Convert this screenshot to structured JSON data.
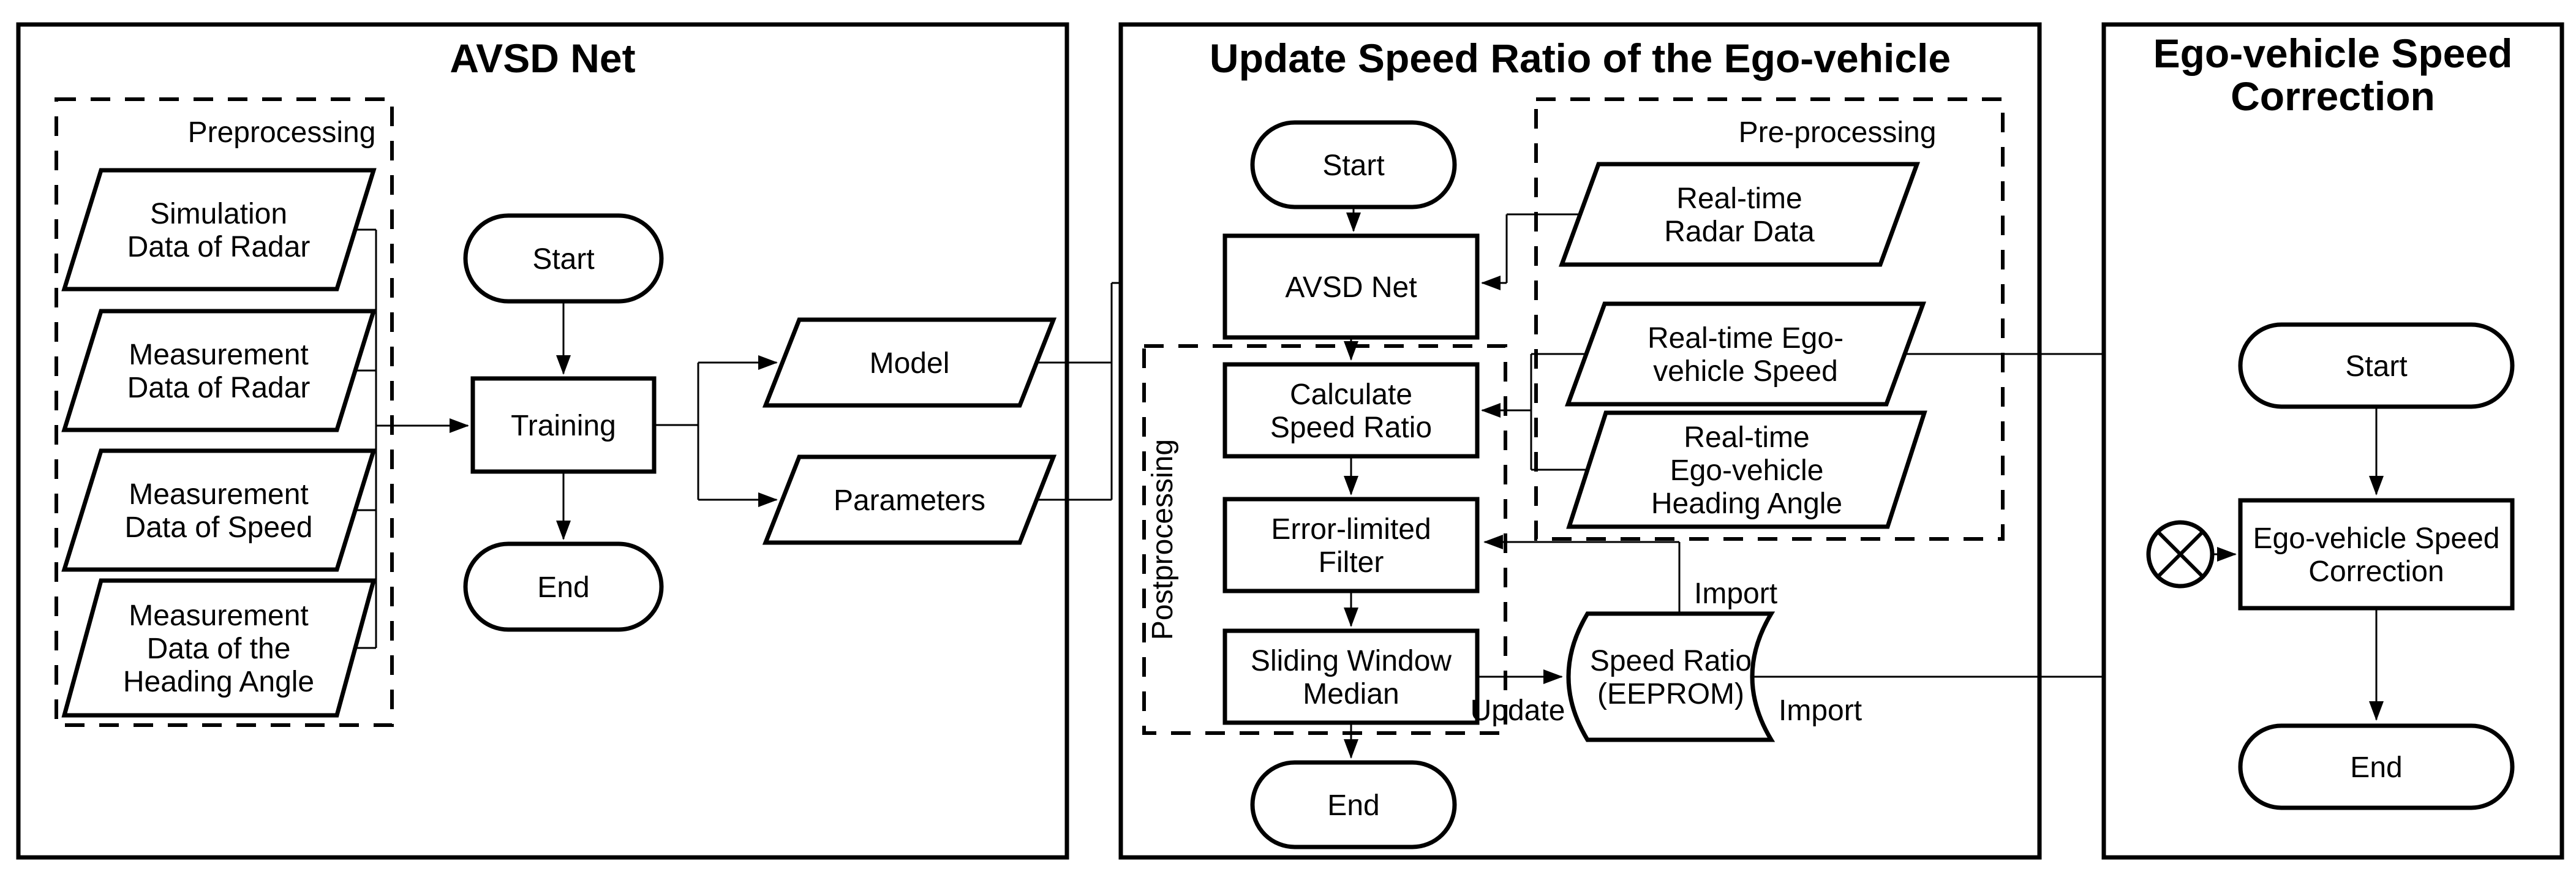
{
  "diagram": {
    "left": {
      "title": "AVSD Net",
      "group_label": "Preprocessing",
      "inputs": [
        {
          "lines": [
            "Simulation",
            "Data of Radar"
          ]
        },
        {
          "lines": [
            "Measurement",
            "Data of Radar"
          ]
        },
        {
          "lines": [
            "Measurement",
            "Data of Speed"
          ]
        },
        {
          "lines": [
            "Measurement",
            "Data of the",
            "Heading Angle"
          ]
        }
      ],
      "start": "Start",
      "process": "Training",
      "end": "End",
      "outputs": [
        {
          "label": "Model"
        },
        {
          "label": "Parameters"
        }
      ]
    },
    "middle": {
      "title": "Update Speed Ratio of the Ego-vehicle",
      "start": "Start",
      "avsd": "AVSD Net",
      "post_group_label": "Postprocessing",
      "pre_group_label": "Pre-processing",
      "calc": {
        "lines": [
          "Calculate",
          "Speed Ratio"
        ]
      },
      "filter": {
        "lines": [
          "Error-limited",
          "Filter"
        ]
      },
      "median": {
        "lines": [
          "Sliding Window",
          "Median"
        ]
      },
      "end": "End",
      "realtime_inputs": [
        {
          "lines": [
            "Real-time",
            "Radar Data"
          ]
        },
        {
          "lines": [
            "Real-time Ego-",
            "vehicle Speed"
          ]
        },
        {
          "lines": [
            "Real-time",
            "Ego-vehicle",
            "Heading Angle"
          ]
        }
      ],
      "eeprom": {
        "lines": [
          "Speed Ratio",
          "(EEPROM)"
        ]
      },
      "edge_labels": {
        "update": "Update",
        "import_top": "Import",
        "import_right": "Import"
      }
    },
    "right": {
      "title_lines": [
        "Ego-vehicle Speed",
        "Correction"
      ],
      "start": "Start",
      "process_lines": [
        "Ego-vehicle Speed",
        "Correction"
      ],
      "end": "End"
    }
  }
}
